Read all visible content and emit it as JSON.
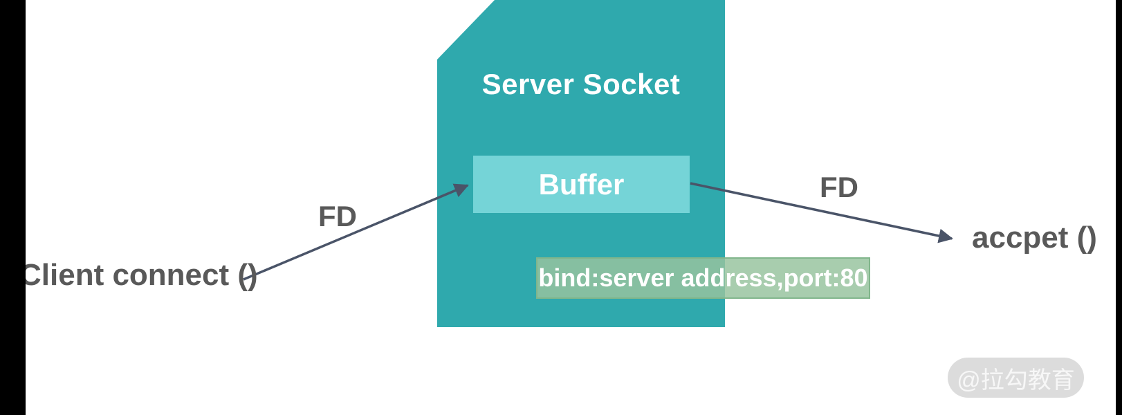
{
  "colors": {
    "shape_teal": "#2FA9AD",
    "buffer_teal": "#75D4D7",
    "bind_green": "#97C39F",
    "arrow_slate": "#4A5468",
    "label_gray": "#595959",
    "watermark_gray": "#DCDCDC",
    "edge_black": "#000000"
  },
  "diagram": {
    "server_socket_label": "Server Socket",
    "buffer_label": "Buffer",
    "bind_label": "bind:server address,port:80",
    "client_label": "Client connect ()",
    "accept_label": "accpet ()",
    "fd_left_label": "FD",
    "fd_right_label": "FD"
  },
  "watermark": {
    "label": "@拉勾教育"
  }
}
